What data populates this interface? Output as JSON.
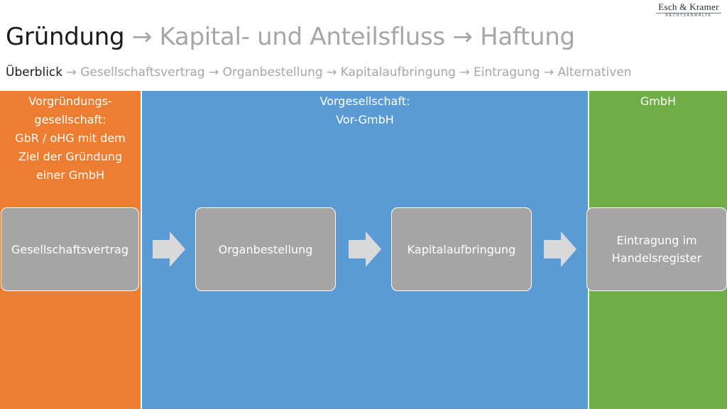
{
  "logo": {
    "name": "Esch & Kramer",
    "subtitle": "RECHTSANWÄLTE"
  },
  "title": {
    "current": "Gründung",
    "next": [
      "Kapital- und Anteilsfluss",
      "Haftung"
    ],
    "separator": "→"
  },
  "subtitle": {
    "current": "Überblick",
    "next": [
      "Gesellschaftsvertrag",
      "Organbestellung",
      "Kapitalaufbringung",
      "Eintragung",
      "Alternativen"
    ],
    "separator": "→"
  },
  "phases": [
    {
      "label": "Vorgründungs-\ngesellschaft:\nGbR / oHG mit dem\nZiel der Gründung\neiner GmbH",
      "color": "#ed7d31"
    },
    {
      "label": "Vorgesellschaft:\nVor-GmbH",
      "color": "#5b9bd5"
    },
    {
      "label": "GmbH",
      "color": "#70ad47"
    }
  ],
  "steps": [
    {
      "label": "Gesellschaftsvertrag"
    },
    {
      "label": "Organbestellung"
    },
    {
      "label": "Kapitalaufbringung"
    },
    {
      "label": "Eintragung im\nHandelsregister"
    }
  ],
  "colors": {
    "step_fill": "#a5a5a5",
    "arrow_fill": "#d9d9d9",
    "title_active": "#1a1a1a",
    "title_inactive": "#a6a6a6"
  }
}
